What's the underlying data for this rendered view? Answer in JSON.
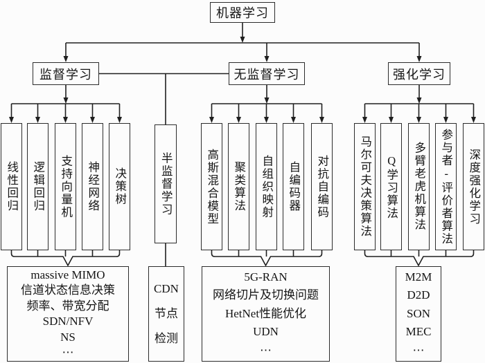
{
  "diagram": {
    "root": "机器学习",
    "branches": {
      "supervised": {
        "label": "监督学习",
        "methods": [
          "线性回归",
          "逻辑回归",
          "支持向量机",
          "神经网络",
          "决策树"
        ],
        "applications": [
          "massive MIMO",
          "信道状态信息决策",
          "频率、带宽分配",
          "SDN/NFV",
          "NS",
          "⋯"
        ]
      },
      "semi_supervised": {
        "label": "半监督学习",
        "applications": [
          "CDN",
          "节点",
          "检测"
        ]
      },
      "unsupervised": {
        "label": "无监督学习",
        "methods": [
          "高斯混合模型",
          "聚类算法",
          "自组织映射",
          "自编码器",
          "对抗自编码"
        ],
        "applications": [
          "5G-RAN",
          "网络切片及切换问题",
          "HetNet性能优化",
          "UDN",
          "⋯"
        ]
      },
      "reinforcement": {
        "label": "强化学习",
        "methods": [
          "马尔可夫决策算法",
          "Q学习算法",
          "多臂老虎机算法",
          "参与者-评价者算法",
          "深度强化学习"
        ],
        "applications": [
          "M2M",
          "D2D",
          "SON",
          "MEC",
          "⋯"
        ]
      }
    },
    "colors": {
      "line": "#1f1f1f",
      "box_border": "#2b2b2b",
      "background": "#fcfcfc",
      "text": "#141414"
    }
  }
}
